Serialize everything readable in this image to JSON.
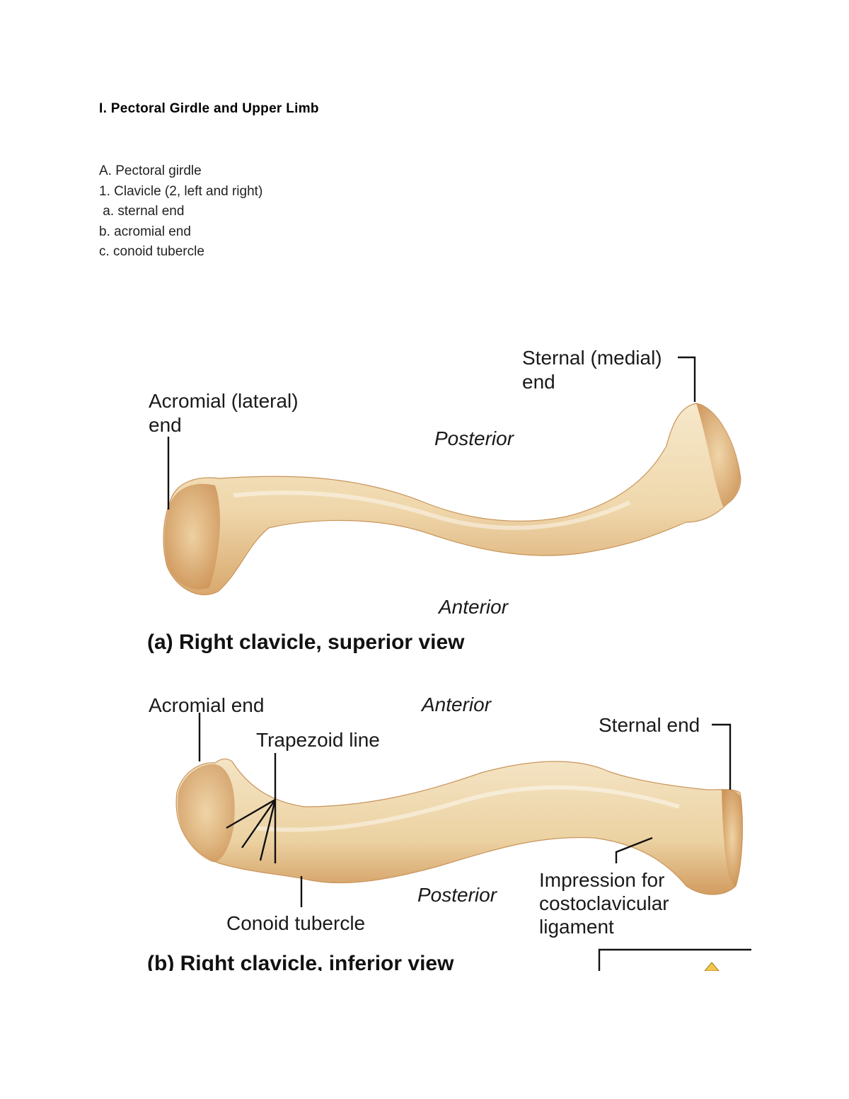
{
  "document": {
    "heading": "I. Pectoral Girdle and Upper Limb",
    "outline": [
      "A. Pectoral girdle",
      "1. Clavicle (2, left and right)",
      " a. sternal end",
      "b. acromial end",
      "c. conoid tubercle"
    ]
  },
  "figure_a": {
    "acromial_line1": "Acromial (lateral)",
    "acromial_line2": "end",
    "sternal_line1": "Sternal (medial)",
    "sternal_line2": "end",
    "posterior": "Posterior",
    "anterior": "Anterior",
    "caption": "(a)  Right clavicle, superior view"
  },
  "figure_b": {
    "acromial_end": "Acromial end",
    "anterior": "Anterior",
    "sternal_end": "Sternal end",
    "trapezoid_line": "Trapezoid line",
    "posterior": "Posterior",
    "conoid_tubercle": "Conoid tubercle",
    "impression_line1": "Impression for",
    "impression_line2": "costoclavicular",
    "impression_line3": "ligament",
    "caption": "(b)  Right clavicle, inferior view"
  },
  "colors": {
    "bone_light": "#f3e2c0",
    "bone_mid": "#e8c896",
    "bone_dark": "#c98f55",
    "leader_line": "#111111"
  }
}
